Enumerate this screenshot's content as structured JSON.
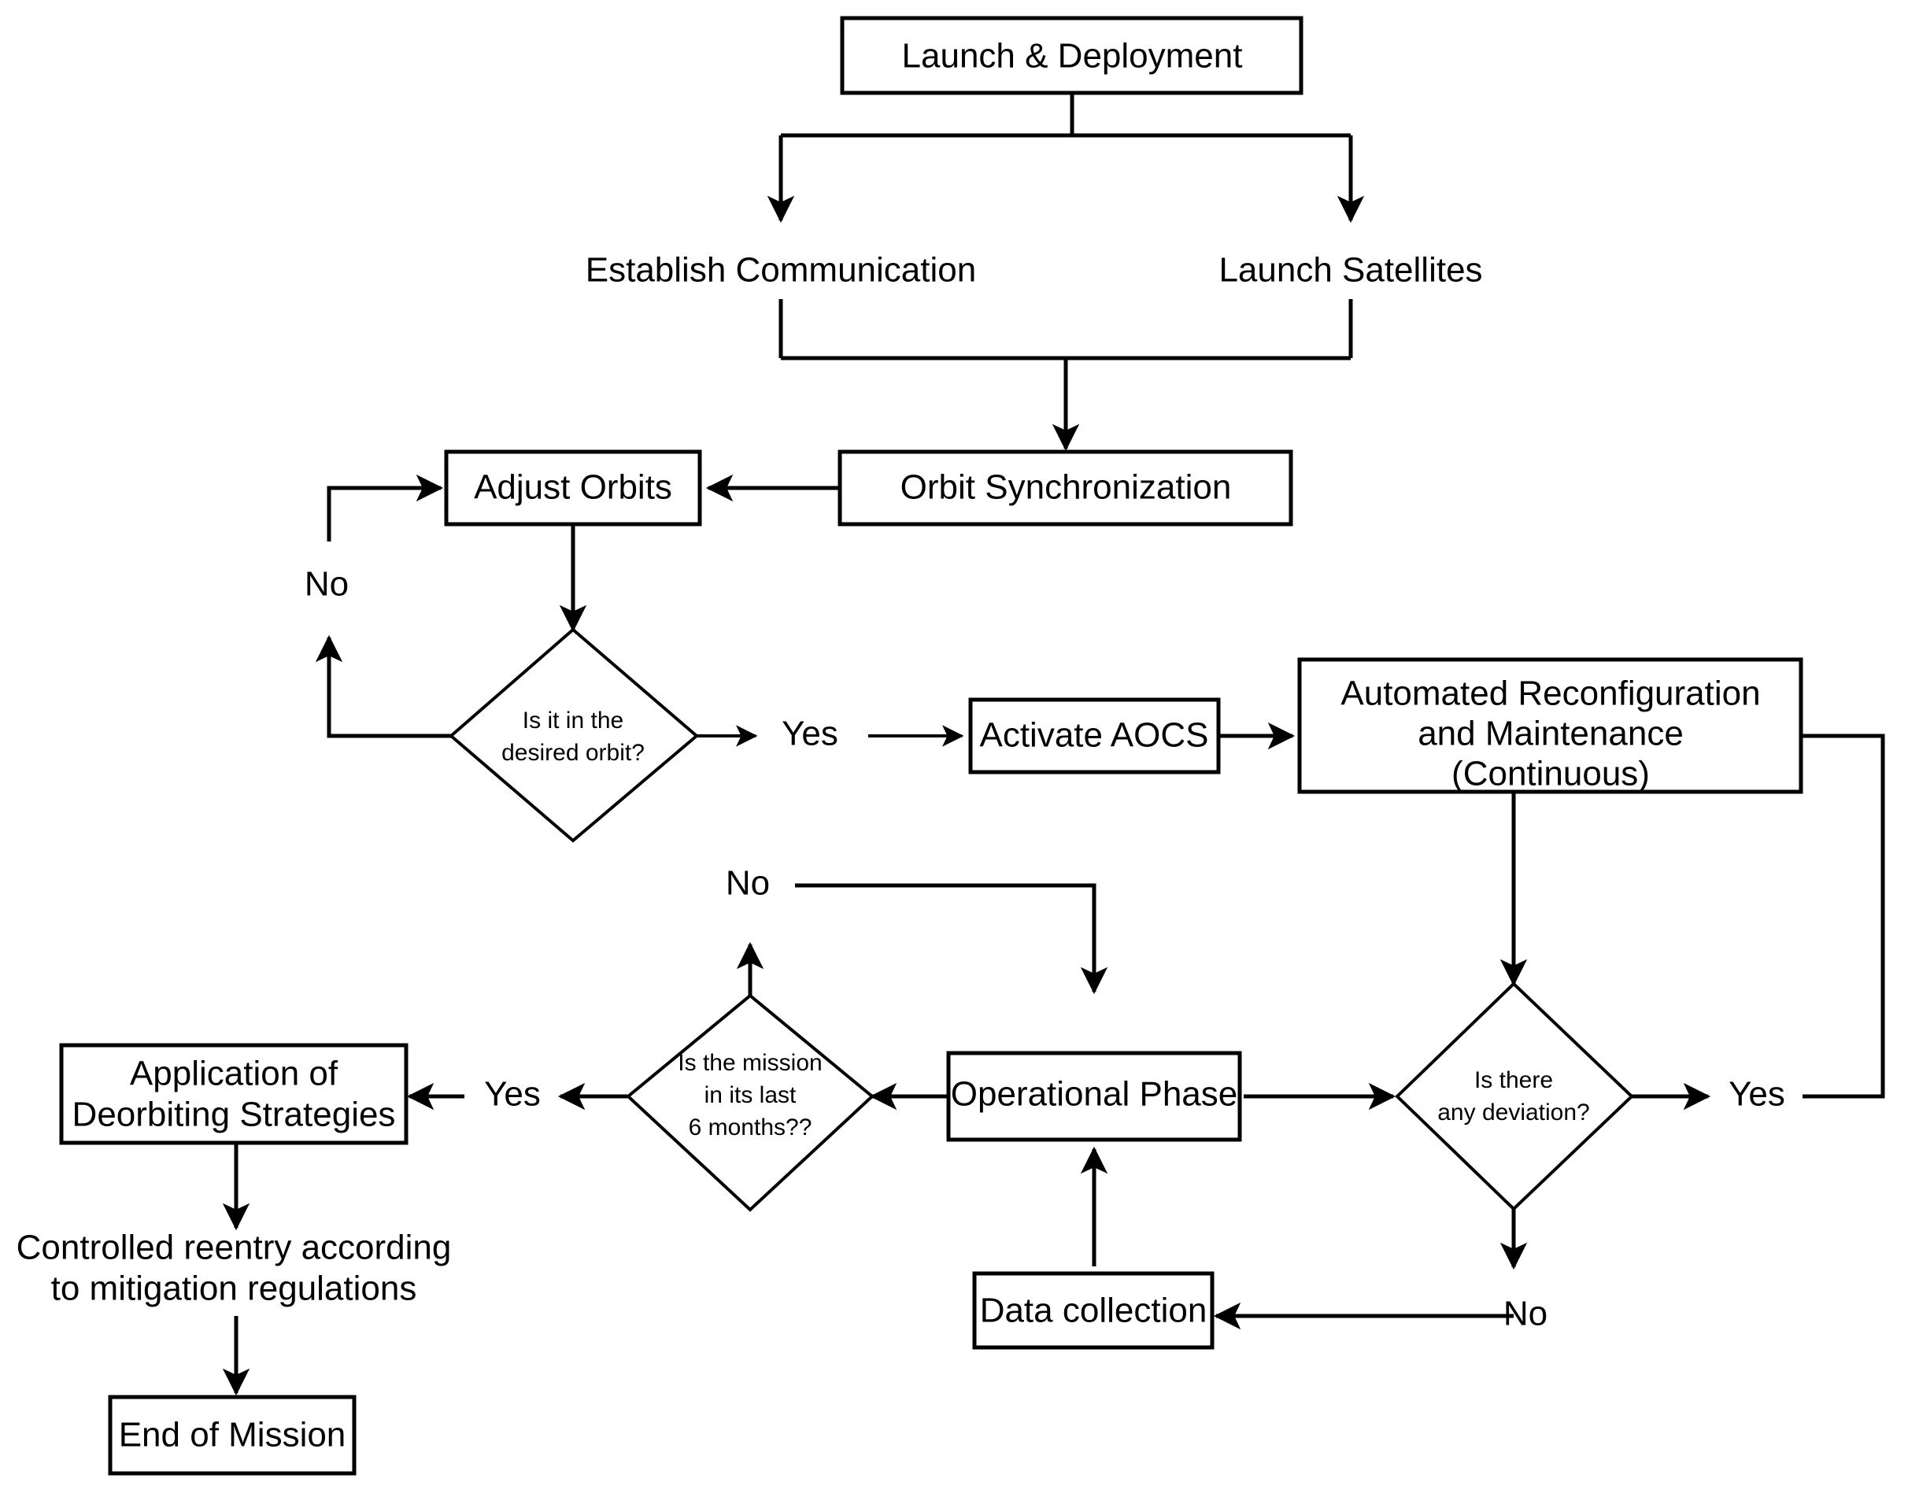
{
  "diagram": {
    "title": "Satellite Constellation Mission Lifecycle Flowchart",
    "type": "flowchart",
    "background_color": "#ffffff",
    "line_color": "#000000",
    "nodes": {
      "launch_deployment": {
        "label": "Launch & Deployment",
        "shape": "rectangle"
      },
      "establish_communication": {
        "label": "Establish Communication",
        "shape": "text"
      },
      "launch_satellites": {
        "label": "Launch Satellites",
        "shape": "text"
      },
      "orbit_synchronization": {
        "label": "Orbit Synchronization",
        "shape": "rectangle"
      },
      "adjust_orbits": {
        "label": "Adjust Orbits",
        "shape": "rectangle"
      },
      "desired_orbit_decision": {
        "shape": "diamond",
        "line1": "Is it in the",
        "line2": "desired orbit?"
      },
      "activate_aocs": {
        "label": "Activate AOCS",
        "shape": "rectangle"
      },
      "automated_reconfiguration": {
        "shape": "rectangle",
        "line1": "Automated Reconfiguration",
        "line2": "and Maintenance",
        "line3": "(Continuous)"
      },
      "deviation_decision": {
        "shape": "diamond",
        "line1": "Is there",
        "line2": "any deviation?"
      },
      "operational_phase": {
        "label": "Operational Phase",
        "shape": "rectangle"
      },
      "data_collection": {
        "label": "Data collection",
        "shape": "rectangle"
      },
      "mission_last_months_decision": {
        "shape": "diamond",
        "line1": "Is the mission",
        "line2": "in its last",
        "line3": "6 months??"
      },
      "deorbiting_strategies": {
        "shape": "rectangle",
        "line1": "Application of",
        "line2": "Deorbiting Strategies"
      },
      "controlled_reentry": {
        "shape": "text",
        "line1": "Controlled reentry according",
        "line2": "to mitigation regulations"
      },
      "end_of_mission": {
        "label": "End of Mission",
        "shape": "rectangle"
      }
    },
    "edge_labels": {
      "orbit_no": "No",
      "orbit_yes": "Yes",
      "deviation_yes": "Yes",
      "deviation_no": "No",
      "mission_no": "No",
      "mission_yes": "Yes"
    }
  }
}
